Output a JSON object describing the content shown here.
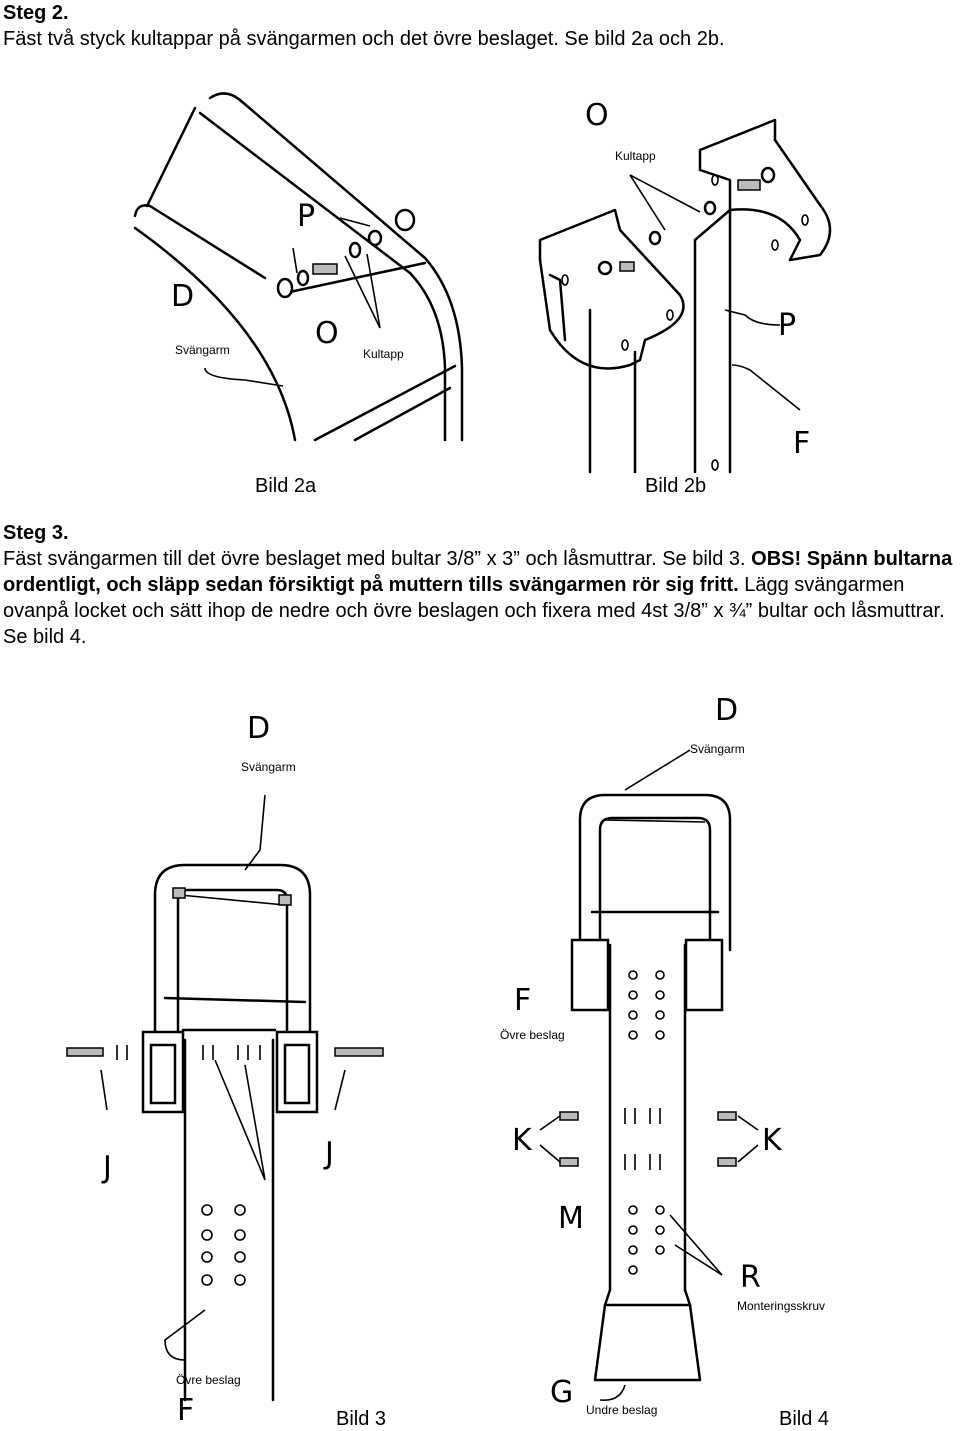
{
  "step2": {
    "title": "Steg 2.",
    "text": "Fäst två styck kultappar på svängarmen och det övre beslaget. Se bild 2a och 2b."
  },
  "fig2a": {
    "letters": {
      "p": "P",
      "d": "D",
      "o": "O"
    },
    "callouts": {
      "svangarm": "Svängarm",
      "kultapp": "Kultapp"
    },
    "caption": "Bild 2a"
  },
  "fig2b": {
    "letters": {
      "o": "O",
      "p": "P",
      "f": "F"
    },
    "callouts": {
      "kultapp": "Kultapp"
    },
    "caption": "Bild 2b"
  },
  "step3": {
    "title": "Steg 3.",
    "text_normal_1": "Fäst svängarmen till det övre beslaget med bultar 3/8” x 3” och låsmuttrar. Se bild 3. ",
    "text_bold": "OBS! Spänn bultarna ordentligt, och släpp sedan försiktigt på muttern tills svängarmen rör sig fritt.",
    "text_normal_2": " Lägg svängarmen ovanpå locket och sätt ihop de nedre och övre beslagen och fixera med 4st 3/8” x ¾” bultar och låsmuttrar. Se bild 4."
  },
  "fig3": {
    "letters": {
      "d": "D",
      "j_left": "J",
      "j_right": "J",
      "f": "F"
    },
    "callouts": {
      "svangarm": "Svängarm",
      "ovre_beslag": "Övre beslag"
    },
    "caption": "Bild 3"
  },
  "fig4": {
    "letters": {
      "d": "D",
      "f": "F",
      "k_left": "K",
      "k_right": "K",
      "m": "M",
      "r": "R",
      "g": "G"
    },
    "callouts": {
      "svangarm": "Svängarm",
      "ovre_beslag": "Övre beslag",
      "monteringsskruv": "Monteringsskruv",
      "undre_beslag": "Undre beslag"
    },
    "caption": "Bild 4"
  }
}
